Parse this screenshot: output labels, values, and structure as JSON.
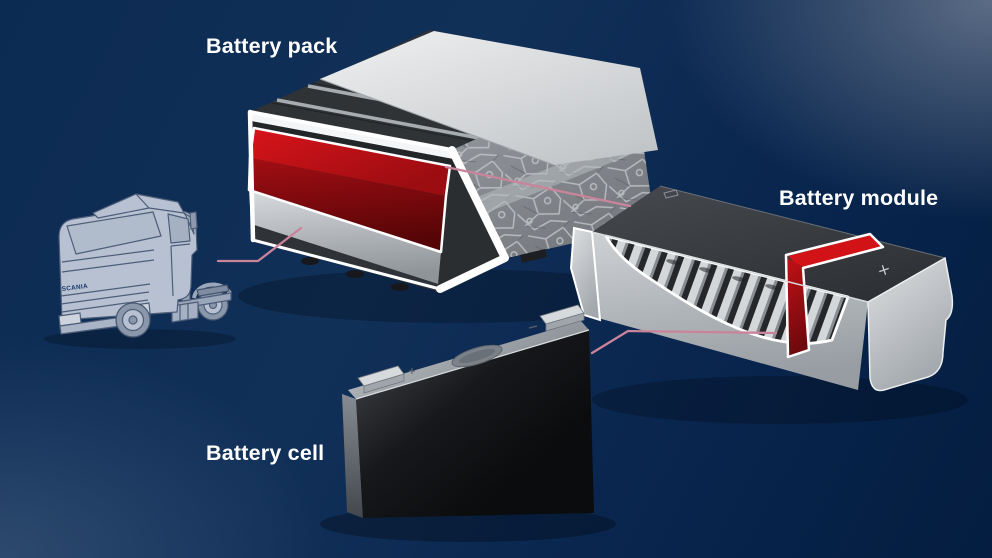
{
  "labels": {
    "battery_pack": "Battery pack",
    "battery_module": "Battery module",
    "battery_cell": "Battery cell"
  },
  "truck": {
    "brand_text": "SCANIA"
  },
  "connectors": [
    {
      "from": "truck",
      "to": "battery-pack"
    },
    {
      "from": "battery-pack-red-module",
      "to": "battery-module"
    },
    {
      "from": "battery-cell",
      "to": "battery-module-red-cell"
    }
  ],
  "colors": {
    "label_text": "#ffffff",
    "connector_pink": "#c9849b",
    "highlight_red": "#c01016",
    "highlight_red_dark": "#6f090d",
    "truck_line": "#4e5e79",
    "truck_fill": "#b7c1d1",
    "background_top_right": "#42566f",
    "background_base": "#0c2b53",
    "background_bottom_right": "#041d40",
    "casing_light_gray": "#cdd0d3",
    "casing_dark_gray": "#34373b"
  }
}
